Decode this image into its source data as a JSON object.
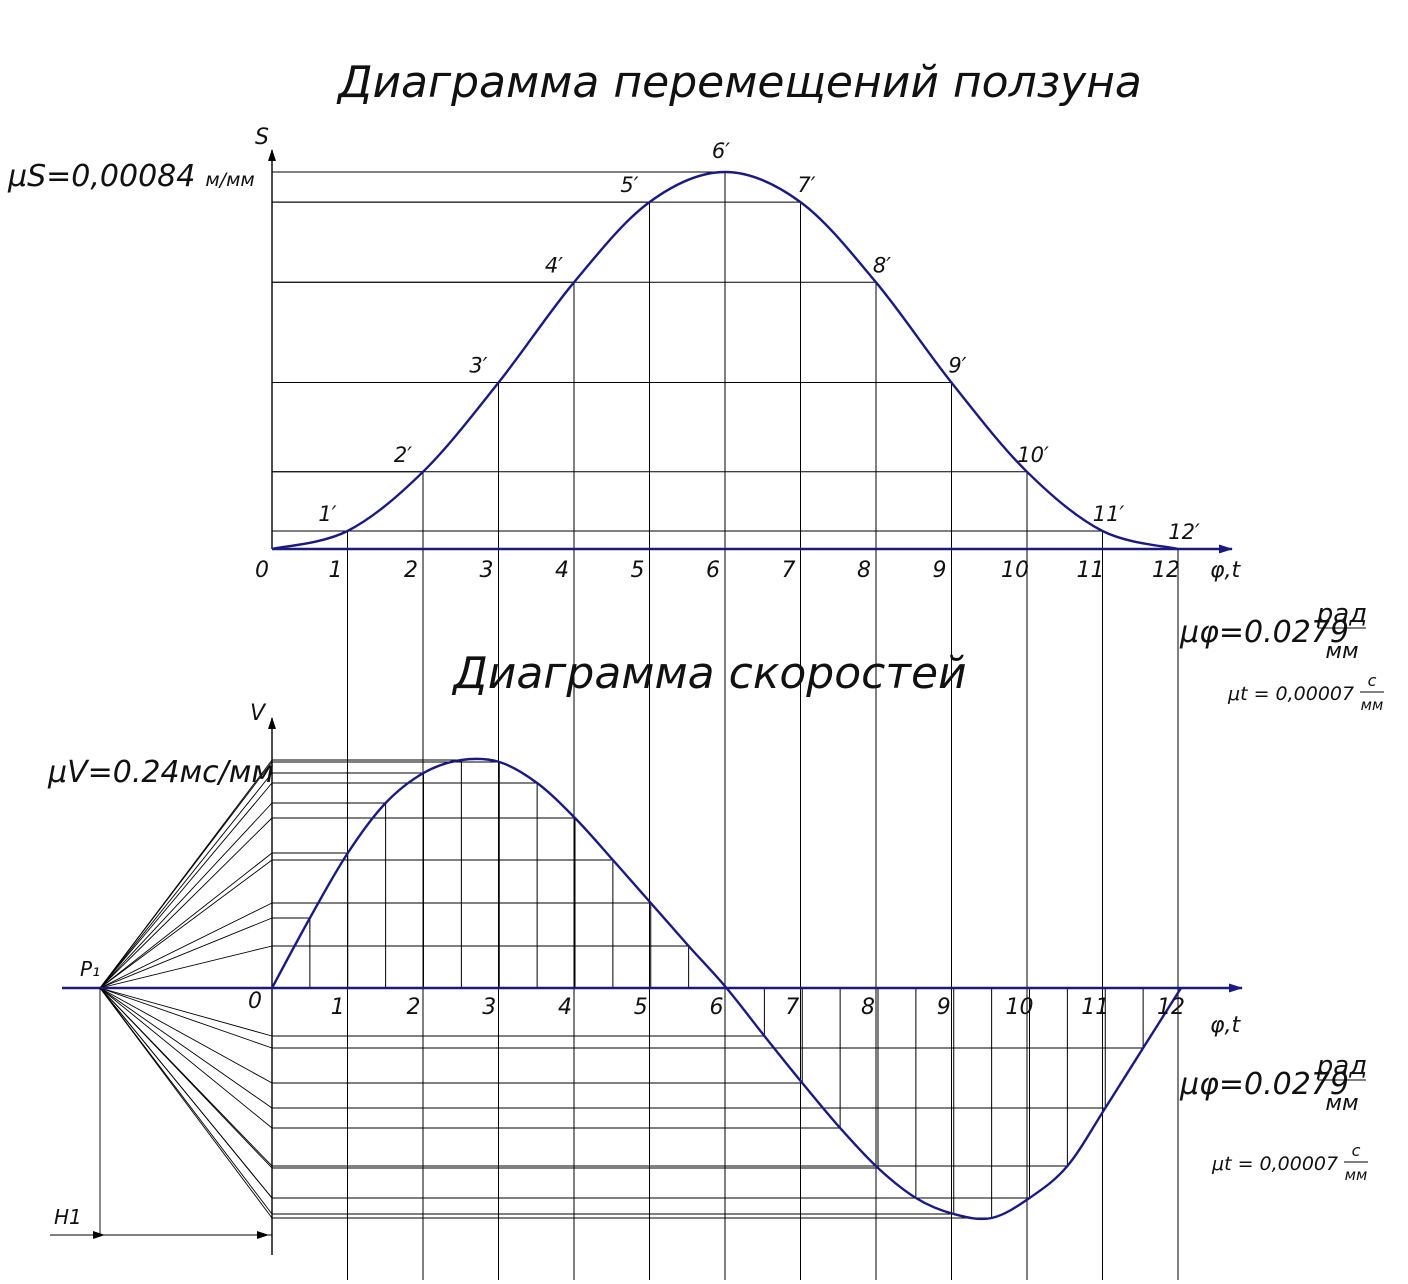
{
  "colors": {
    "curve": "#1a1a80",
    "lines": "#000000",
    "background": "#ffffff"
  },
  "chart_data": [
    {
      "type": "line",
      "title": "Диаграмма перемещений ползуна",
      "ylabel": "S",
      "xlabel": "φ,t",
      "scale_label_main": "μS=0,00084",
      "scale_label_unit": "м/мм",
      "x_scale_main": "μφ=0.0279",
      "x_scale_num": "рад",
      "x_scale_den": "мм",
      "t_scale_main": "μt = 0,00007",
      "t_scale_num": "с",
      "t_scale_den": "мм",
      "origin_label": "0",
      "categories": [
        "1",
        "2",
        "3",
        "4",
        "5",
        "6",
        "7",
        "8",
        "9",
        "10",
        "11",
        "12"
      ],
      "point_labels": [
        "1′",
        "2′",
        "3′",
        "4′",
        "5′",
        "6′",
        "7′",
        "8′",
        "9′",
        "10′",
        "11′",
        "12′"
      ],
      "x": [
        0,
        1,
        2,
        3,
        4,
        5,
        6,
        7,
        8,
        9,
        10,
        11,
        12
      ],
      "series": [
        {
          "values": [
            0,
            18,
            77,
            166,
            266,
            346,
            376,
            346,
            266,
            166,
            77,
            18,
            0
          ]
        }
      ],
      "xlim": [
        0,
        12
      ],
      "ylim": [
        0,
        376
      ],
      "grid": true
    },
    {
      "type": "line",
      "title": "Диаграмма скоростей",
      "ylabel": "V",
      "xlabel": "φ,t",
      "scale_label": "μV=0.24мс/мм",
      "pole_label": "P₁",
      "pole_distance_label": "H1",
      "x_scale_main": "μφ=0.0279",
      "x_scale_num": "рад",
      "x_scale_den": "мм",
      "t_scale_main": "μt = 0,00007",
      "t_scale_num": "с",
      "t_scale_den": "мм",
      "origin_label": "0",
      "categories": [
        "1",
        "2",
        "3",
        "4",
        "5",
        "6",
        "7",
        "8",
        "9",
        "10",
        "11",
        "12"
      ],
      "x": [
        0,
        0.5,
        1,
        1.5,
        2,
        2.5,
        3,
        3.5,
        4,
        4.5,
        5,
        5.5,
        6,
        6.5,
        7,
        7.5,
        8,
        8.5,
        9,
        9.5,
        10,
        10.5,
        11,
        11.5,
        12
      ],
      "series": [
        {
          "values": [
            0,
            70,
            135,
            185,
            215,
            228,
            226,
            205,
            170,
            128,
            85,
            42,
            0,
            -48,
            -95,
            -140,
            -180,
            -210,
            -226,
            -230,
            -210,
            -178,
            -120,
            -60,
            0
          ]
        }
      ],
      "xlim": [
        0,
        12
      ],
      "ylim": [
        -230,
        230
      ],
      "grid": true
    }
  ]
}
